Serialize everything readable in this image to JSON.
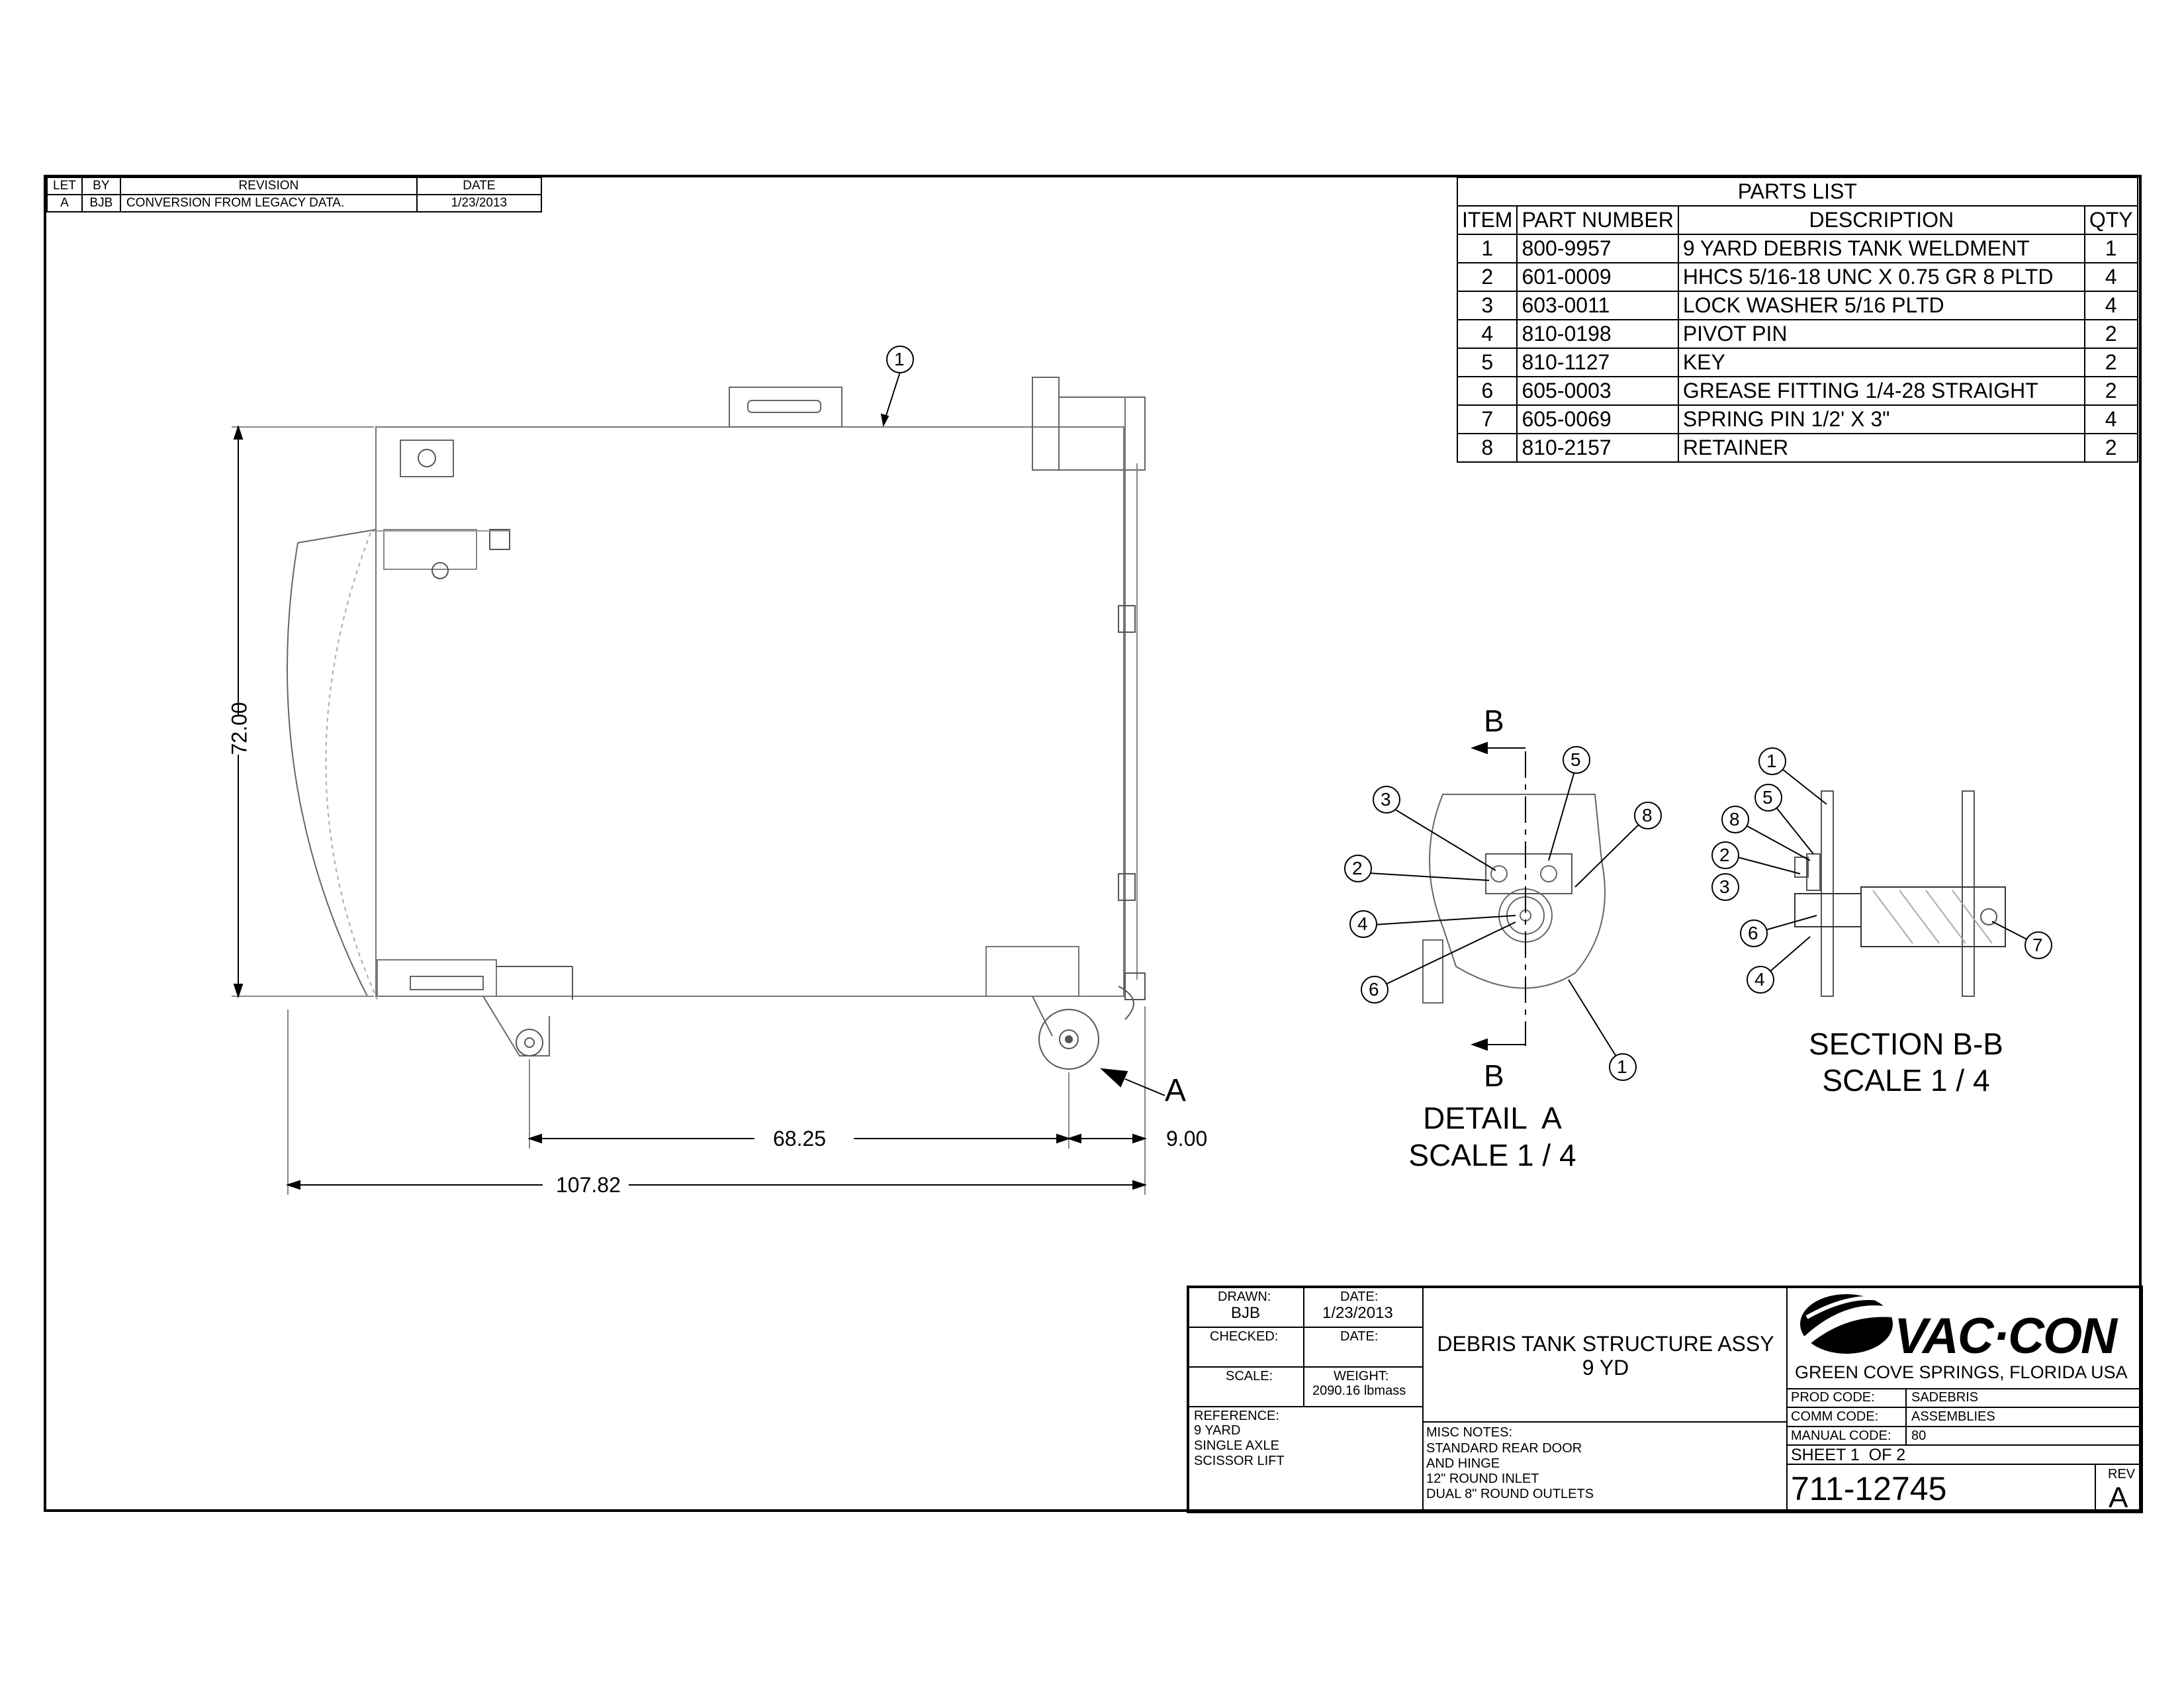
{
  "revision_block": {
    "headers": [
      "LET",
      "BY",
      "REVISION",
      "DATE"
    ],
    "rows": [
      [
        "A",
        "BJB",
        "CONVERSION FROM LEGACY DATA.",
        "1/23/2013"
      ]
    ]
  },
  "parts_list": {
    "title": "PARTS LIST",
    "headers": [
      "ITEM",
      "PART NUMBER",
      "DESCRIPTION",
      "QTY"
    ],
    "rows": [
      [
        "1",
        "800-9957",
        "9 YARD DEBRIS TANK WELDMENT",
        "1"
      ],
      [
        "2",
        "601-0009",
        "HHCS 5/16-18 UNC X 0.75 GR 8 PLTD",
        "4"
      ],
      [
        "3",
        "603-0011",
        "LOCK WASHER 5/16 PLTD",
        "4"
      ],
      [
        "4",
        "810-0198",
        "PIVOT PIN",
        "2"
      ],
      [
        "5",
        "810-1127",
        "KEY",
        "2"
      ],
      [
        "6",
        "605-0003",
        "GREASE FITTING 1/4-28 STRAIGHT",
        "2"
      ],
      [
        "7",
        "605-0069",
        "SPRING PIN 1/2' X 3\"",
        "4"
      ],
      [
        "8",
        "810-2157",
        "RETAINER",
        "2"
      ]
    ]
  },
  "main_view": {
    "dims": {
      "height": "72.00",
      "pin_spacing": "68.25",
      "rear_offset": "9.00",
      "overall_length": "107.82"
    },
    "balloon_1": "1",
    "detail_callout": "A"
  },
  "detail_a": {
    "section_mark_top": "B",
    "section_mark_bottom": "B",
    "title": "DETAIL  A",
    "scale": "SCALE 1 / 4",
    "balloons": [
      "3",
      "5",
      "8",
      "2",
      "4",
      "6",
      "1"
    ]
  },
  "section_bb": {
    "title": "SECTION B-B",
    "scale": "SCALE 1 / 4",
    "balloons": [
      "1",
      "5",
      "8",
      "2",
      "3",
      "6",
      "4",
      "7"
    ]
  },
  "title_block": {
    "drawn_label": "DRAWN:",
    "drawn_value": "BJB",
    "date_label": "DATE:",
    "date_value": "1/23/2013",
    "checked_label": "CHECKED:",
    "checked_date_label": "DATE:",
    "scale_label": "SCALE:",
    "weight_label": "WEIGHT:",
    "weight_value": "2090.16 lbmass",
    "reference_label": "REFERENCE:",
    "reference_lines": [
      "9 YARD",
      "SINGLE AXLE",
      "SCISSOR LIFT"
    ],
    "drawing_title_1": "DEBRIS TANK STRUCTURE ASSY",
    "drawing_title_2": "9 YD",
    "misc_notes_label": "MISC NOTES:",
    "misc_notes": [
      "STANDARD REAR DOOR",
      "AND HINGE",
      "12\" ROUND INLET",
      "DUAL 8\" ROUND OUTLETS"
    ],
    "company_logo": "VAC·CON",
    "company_location": "GREEN COVE SPRINGS, FLORIDA USA",
    "prod_code_label": "PROD CODE:",
    "prod_code": "SADEBRIS",
    "comm_code_label": "COMM CODE:",
    "comm_code": "ASSEMBLIES",
    "manual_code_label": "MANUAL CODE:",
    "manual_code": "80",
    "sheet": "SHEET 1  OF 2",
    "drawing_number": "711-12745",
    "rev_label": "REV",
    "rev": "A"
  }
}
